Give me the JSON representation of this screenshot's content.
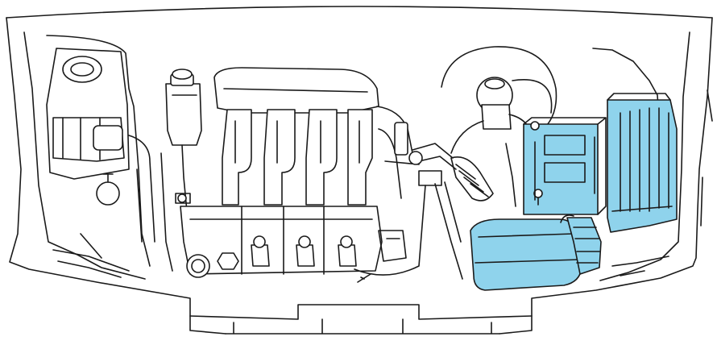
{
  "diagram": {
    "subject": "engine-compartment-line-drawing",
    "line_color": "#1a1a1a",
    "background_color": "#ffffff",
    "highlight_color": "#8fd3ec",
    "highlighted_components": [
      "battery",
      "fuse-box",
      "air-filter-housing"
    ]
  }
}
